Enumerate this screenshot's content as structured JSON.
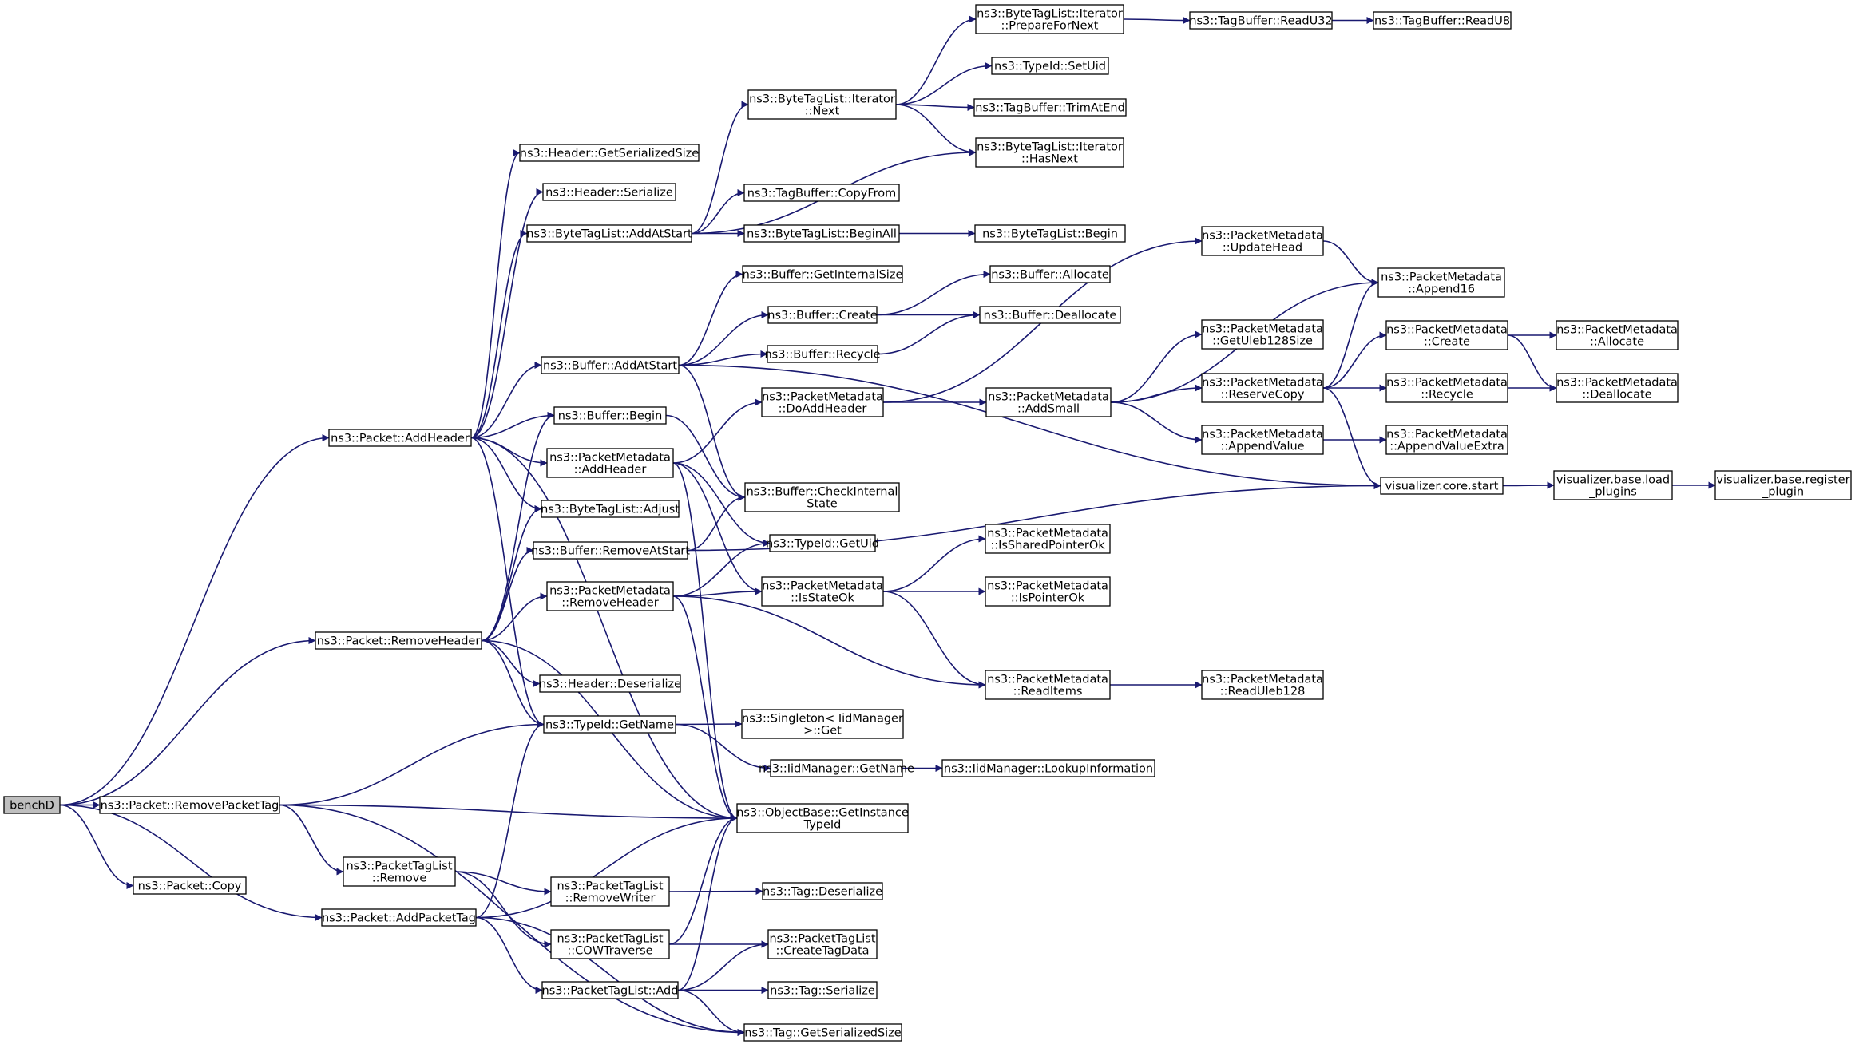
{
  "colors": {
    "edge": "#191970",
    "node_border": "#000000",
    "root_fill": "#bfbfbf",
    "node_fill": "#ffffff"
  },
  "nodes": [
    {
      "id": "benchD",
      "lines": [
        "benchD"
      ],
      "root": true
    },
    {
      "id": "add_header",
      "lines": [
        "ns3::Packet::AddHeader"
      ]
    },
    {
      "id": "remove_header",
      "lines": [
        "ns3::Packet::RemoveHeader"
      ]
    },
    {
      "id": "remove_packet_tag",
      "lines": [
        "ns3::Packet::RemovePacketTag"
      ]
    },
    {
      "id": "add_packet_tag",
      "lines": [
        "ns3::Packet::AddPacketTag"
      ]
    },
    {
      "id": "packet_copy",
      "lines": [
        "ns3::Packet::Copy"
      ]
    },
    {
      "id": "header_get_ser_size",
      "lines": [
        "ns3::Header::GetSerializedSize"
      ]
    },
    {
      "id": "header_serialize",
      "lines": [
        "ns3::Header::Serialize"
      ]
    },
    {
      "id": "btl_add_at_start",
      "lines": [
        "ns3::ByteTagList::AddAtStart"
      ]
    },
    {
      "id": "buf_add_at_start",
      "lines": [
        "ns3::Buffer::AddAtStart"
      ]
    },
    {
      "id": "buf_begin",
      "lines": [
        "ns3::Buffer::Begin"
      ]
    },
    {
      "id": "pm_add_header",
      "lines": [
        "ns3::PacketMetadata",
        "::AddHeader"
      ]
    },
    {
      "id": "btl_adjust",
      "lines": [
        "ns3::ByteTagList::Adjust"
      ]
    },
    {
      "id": "buf_remove_at_start",
      "lines": [
        "ns3::Buffer::RemoveAtStart"
      ]
    },
    {
      "id": "pm_remove_header",
      "lines": [
        "ns3::PacketMetadata",
        "::RemoveHeader"
      ]
    },
    {
      "id": "header_deserialize",
      "lines": [
        "ns3::Header::Deserialize"
      ]
    },
    {
      "id": "typeid_get_name",
      "lines": [
        "ns3::TypeId::GetName"
      ]
    },
    {
      "id": "ptl_remove",
      "lines": [
        "ns3::PacketTagList",
        "::Remove"
      ]
    },
    {
      "id": "ptl_remove_writer",
      "lines": [
        "ns3::PacketTagList",
        "::RemoveWriter"
      ]
    },
    {
      "id": "ptl_cow_traverse",
      "lines": [
        "ns3::PacketTagList",
        "::COWTraverse"
      ]
    },
    {
      "id": "ptl_add",
      "lines": [
        "ns3::PacketTagList::Add"
      ]
    },
    {
      "id": "btl_it_next",
      "lines": [
        "ns3::ByteTagList::Iterator",
        "::Next"
      ]
    },
    {
      "id": "tb_copy_from",
      "lines": [
        "ns3::TagBuffer::CopyFrom"
      ]
    },
    {
      "id": "btl_begin_all",
      "lines": [
        "ns3::ByteTagList::BeginAll"
      ]
    },
    {
      "id": "buf_get_internal_size",
      "lines": [
        "ns3::Buffer::GetInternalSize"
      ]
    },
    {
      "id": "buf_create",
      "lines": [
        "ns3::Buffer::Create"
      ]
    },
    {
      "id": "buf_recycle",
      "lines": [
        "ns3::Buffer::Recycle"
      ]
    },
    {
      "id": "pm_do_add_header",
      "lines": [
        "ns3::PacketMetadata",
        "::DoAddHeader"
      ]
    },
    {
      "id": "buf_check_internal_state",
      "lines": [
        "ns3::Buffer::CheckInternal",
        "State"
      ]
    },
    {
      "id": "typeid_get_uid",
      "lines": [
        "ns3::TypeId::GetUid"
      ]
    },
    {
      "id": "pm_is_state_ok",
      "lines": [
        "ns3::PacketMetadata",
        "::IsStateOk"
      ]
    },
    {
      "id": "singleton_get",
      "lines": [
        "ns3::Singleton< IidManager",
        " >::Get"
      ]
    },
    {
      "id": "iid_get_name",
      "lines": [
        "ns3::IidManager::GetName"
      ]
    },
    {
      "id": "objbase_get_instance_typeid",
      "lines": [
        "ns3::ObjectBase::GetInstance",
        "TypeId"
      ]
    },
    {
      "id": "tag_deserialize",
      "lines": [
        "ns3::Tag::Deserialize"
      ]
    },
    {
      "id": "ptl_create_tag_data",
      "lines": [
        "ns3::PacketTagList",
        "::CreateTagData"
      ]
    },
    {
      "id": "tag_serialize",
      "lines": [
        "ns3::Tag::Serialize"
      ]
    },
    {
      "id": "tag_get_ser_size",
      "lines": [
        "ns3::Tag::GetSerializedSize"
      ]
    },
    {
      "id": "btl_it_prepare_for_next",
      "lines": [
        "ns3::ByteTagList::Iterator",
        "::PrepareForNext"
      ]
    },
    {
      "id": "typeid_set_uid",
      "lines": [
        "ns3::TypeId::SetUid"
      ]
    },
    {
      "id": "tb_trim_at_end",
      "lines": [
        "ns3::TagBuffer::TrimAtEnd"
      ]
    },
    {
      "id": "btl_it_has_next",
      "lines": [
        "ns3::ByteTagList::Iterator",
        "::HasNext"
      ]
    },
    {
      "id": "btl_begin",
      "lines": [
        "ns3::ByteTagList::Begin"
      ]
    },
    {
      "id": "buf_allocate",
      "lines": [
        "ns3::Buffer::Allocate"
      ]
    },
    {
      "id": "buf_deallocate",
      "lines": [
        "ns3::Buffer::Deallocate"
      ]
    },
    {
      "id": "pm_update_head",
      "lines": [
        "ns3::PacketMetadata",
        "::UpdateHead"
      ]
    },
    {
      "id": "pm_get_uleb128_size",
      "lines": [
        "ns3::PacketMetadata",
        "::GetUleb128Size"
      ]
    },
    {
      "id": "pm_add_small",
      "lines": [
        "ns3::PacketMetadata",
        "::AddSmall"
      ]
    },
    {
      "id": "pm_is_shared_pointer_ok",
      "lines": [
        "ns3::PacketMetadata",
        "::IsSharedPointerOk"
      ]
    },
    {
      "id": "pm_is_pointer_ok",
      "lines": [
        "ns3::PacketMetadata",
        "::IsPointerOk"
      ]
    },
    {
      "id": "pm_read_items",
      "lines": [
        "ns3::PacketMetadata",
        "::ReadItems"
      ]
    },
    {
      "id": "iid_lookup_information",
      "lines": [
        "ns3::IidManager::LookupInformation"
      ]
    },
    {
      "id": "tb_read_u32",
      "lines": [
        "ns3::TagBuffer::ReadU32"
      ]
    },
    {
      "id": "tb_read_u8",
      "lines": [
        "ns3::TagBuffer::ReadU8"
      ]
    },
    {
      "id": "pm_append16",
      "lines": [
        "ns3::PacketMetadata",
        "::Append16"
      ]
    },
    {
      "id": "pm_reserve_copy",
      "lines": [
        "ns3::PacketMetadata",
        "::ReserveCopy"
      ]
    },
    {
      "id": "pm_append_value",
      "lines": [
        "ns3::PacketMetadata",
        "::AppendValue"
      ]
    },
    {
      "id": "pm_read_uleb128",
      "lines": [
        "ns3::PacketMetadata",
        "::ReadUleb128"
      ]
    },
    {
      "id": "pm_create",
      "lines": [
        "ns3::PacketMetadata",
        "::Create"
      ]
    },
    {
      "id": "pm_recycle",
      "lines": [
        "ns3::PacketMetadata",
        "::Recycle"
      ]
    },
    {
      "id": "pm_append_value_extra",
      "lines": [
        "ns3::PacketMetadata",
        "::AppendValueExtra"
      ]
    },
    {
      "id": "vis_core_start",
      "lines": [
        "visualizer.core.start"
      ]
    },
    {
      "id": "pm_allocate",
      "lines": [
        "ns3::PacketMetadata",
        "::Allocate"
      ]
    },
    {
      "id": "pm_deallocate",
      "lines": [
        "ns3::PacketMetadata",
        "::Deallocate"
      ]
    },
    {
      "id": "vis_load_plugins",
      "lines": [
        "visualizer.base.load",
        "_plugins"
      ]
    },
    {
      "id": "vis_register_plugin",
      "lines": [
        "visualizer.base.register",
        "_plugin"
      ]
    }
  ],
  "edges": [
    [
      "benchD",
      "add_header"
    ],
    [
      "benchD",
      "remove_header"
    ],
    [
      "benchD",
      "remove_packet_tag"
    ],
    [
      "benchD",
      "add_packet_tag"
    ],
    [
      "benchD",
      "packet_copy"
    ],
    [
      "add_header",
      "header_get_ser_size"
    ],
    [
      "add_header",
      "header_serialize"
    ],
    [
      "add_header",
      "btl_add_at_start"
    ],
    [
      "add_header",
      "buf_add_at_start"
    ],
    [
      "add_header",
      "buf_begin"
    ],
    [
      "add_header",
      "pm_add_header"
    ],
    [
      "add_header",
      "btl_adjust"
    ],
    [
      "add_header",
      "typeid_get_name"
    ],
    [
      "add_header",
      "objbase_get_instance_typeid"
    ],
    [
      "remove_header",
      "header_deserialize"
    ],
    [
      "remove_header",
      "buf_begin"
    ],
    [
      "remove_header",
      "btl_adjust"
    ],
    [
      "remove_header",
      "buf_remove_at_start"
    ],
    [
      "remove_header",
      "pm_remove_header"
    ],
    [
      "remove_header",
      "typeid_get_name"
    ],
    [
      "remove_header",
      "objbase_get_instance_typeid"
    ],
    [
      "remove_packet_tag",
      "typeid_get_name"
    ],
    [
      "remove_packet_tag",
      "objbase_get_instance_typeid"
    ],
    [
      "remove_packet_tag",
      "ptl_remove"
    ],
    [
      "remove_packet_tag",
      "tag_get_ser_size"
    ],
    [
      "add_packet_tag",
      "typeid_get_name"
    ],
    [
      "add_packet_tag",
      "objbase_get_instance_typeid"
    ],
    [
      "add_packet_tag",
      "ptl_add"
    ],
    [
      "add_packet_tag",
      "tag_get_ser_size"
    ],
    [
      "btl_add_at_start",
      "btl_it_next"
    ],
    [
      "btl_add_at_start",
      "btl_it_has_next"
    ],
    [
      "btl_add_at_start",
      "tb_copy_from"
    ],
    [
      "btl_add_at_start",
      "btl_begin_all"
    ],
    [
      "btl_it_next",
      "btl_it_prepare_for_next"
    ],
    [
      "btl_it_next",
      "typeid_set_uid"
    ],
    [
      "btl_it_next",
      "tb_trim_at_end"
    ],
    [
      "btl_it_next",
      "btl_it_has_next"
    ],
    [
      "btl_it_prepare_for_next",
      "tb_read_u32"
    ],
    [
      "tb_read_u32",
      "tb_read_u8"
    ],
    [
      "btl_begin_all",
      "btl_begin"
    ],
    [
      "buf_add_at_start",
      "buf_get_internal_size"
    ],
    [
      "buf_add_at_start",
      "buf_create"
    ],
    [
      "buf_add_at_start",
      "buf_recycle"
    ],
    [
      "buf_add_at_start",
      "buf_check_internal_state"
    ],
    [
      "buf_add_at_start",
      "vis_core_start"
    ],
    [
      "buf_create",
      "buf_allocate"
    ],
    [
      "buf_create",
      "buf_deallocate"
    ],
    [
      "buf_recycle",
      "buf_deallocate"
    ],
    [
      "buf_begin",
      "buf_check_internal_state"
    ],
    [
      "pm_add_header",
      "pm_do_add_header"
    ],
    [
      "pm_add_header",
      "typeid_get_uid"
    ],
    [
      "pm_add_header",
      "pm_is_state_ok"
    ],
    [
      "pm_add_header",
      "objbase_get_instance_typeid"
    ],
    [
      "buf_remove_at_start",
      "buf_check_internal_state"
    ],
    [
      "buf_remove_at_start",
      "vis_core_start"
    ],
    [
      "pm_remove_header",
      "typeid_get_uid"
    ],
    [
      "pm_remove_header",
      "pm_is_state_ok"
    ],
    [
      "pm_remove_header",
      "pm_read_items"
    ],
    [
      "pm_remove_header",
      "objbase_get_instance_typeid"
    ],
    [
      "pm_do_add_header",
      "pm_update_head"
    ],
    [
      "pm_do_add_header",
      "pm_add_small"
    ],
    [
      "pm_update_head",
      "pm_append16"
    ],
    [
      "pm_add_small",
      "pm_get_uleb128_size"
    ],
    [
      "pm_add_small",
      "pm_append16"
    ],
    [
      "pm_add_small",
      "pm_reserve_copy"
    ],
    [
      "pm_add_small",
      "pm_append_value"
    ],
    [
      "pm_reserve_copy",
      "pm_append16"
    ],
    [
      "pm_reserve_copy",
      "pm_create"
    ],
    [
      "pm_reserve_copy",
      "pm_recycle"
    ],
    [
      "pm_reserve_copy",
      "vis_core_start"
    ],
    [
      "pm_create",
      "pm_allocate"
    ],
    [
      "pm_create",
      "pm_deallocate"
    ],
    [
      "pm_recycle",
      "pm_deallocate"
    ],
    [
      "pm_append_value",
      "pm_append_value_extra"
    ],
    [
      "pm_is_state_ok",
      "pm_is_shared_pointer_ok"
    ],
    [
      "pm_is_state_ok",
      "pm_is_pointer_ok"
    ],
    [
      "pm_is_state_ok",
      "pm_read_items"
    ],
    [
      "pm_read_items",
      "pm_read_uleb128"
    ],
    [
      "typeid_get_name",
      "singleton_get"
    ],
    [
      "typeid_get_name",
      "iid_get_name"
    ],
    [
      "iid_get_name",
      "iid_lookup_information"
    ],
    [
      "vis_core_start",
      "vis_load_plugins"
    ],
    [
      "vis_load_plugins",
      "vis_register_plugin"
    ],
    [
      "ptl_remove",
      "ptl_remove_writer"
    ],
    [
      "ptl_remove",
      "ptl_cow_traverse"
    ],
    [
      "ptl_remove_writer",
      "tag_deserialize"
    ],
    [
      "ptl_cow_traverse",
      "ptl_create_tag_data"
    ],
    [
      "ptl_cow_traverse",
      "objbase_get_instance_typeid"
    ],
    [
      "ptl_add",
      "ptl_create_tag_data"
    ],
    [
      "ptl_add",
      "tag_serialize"
    ],
    [
      "ptl_add",
      "tag_get_ser_size"
    ],
    [
      "ptl_add",
      "objbase_get_instance_typeid"
    ]
  ]
}
